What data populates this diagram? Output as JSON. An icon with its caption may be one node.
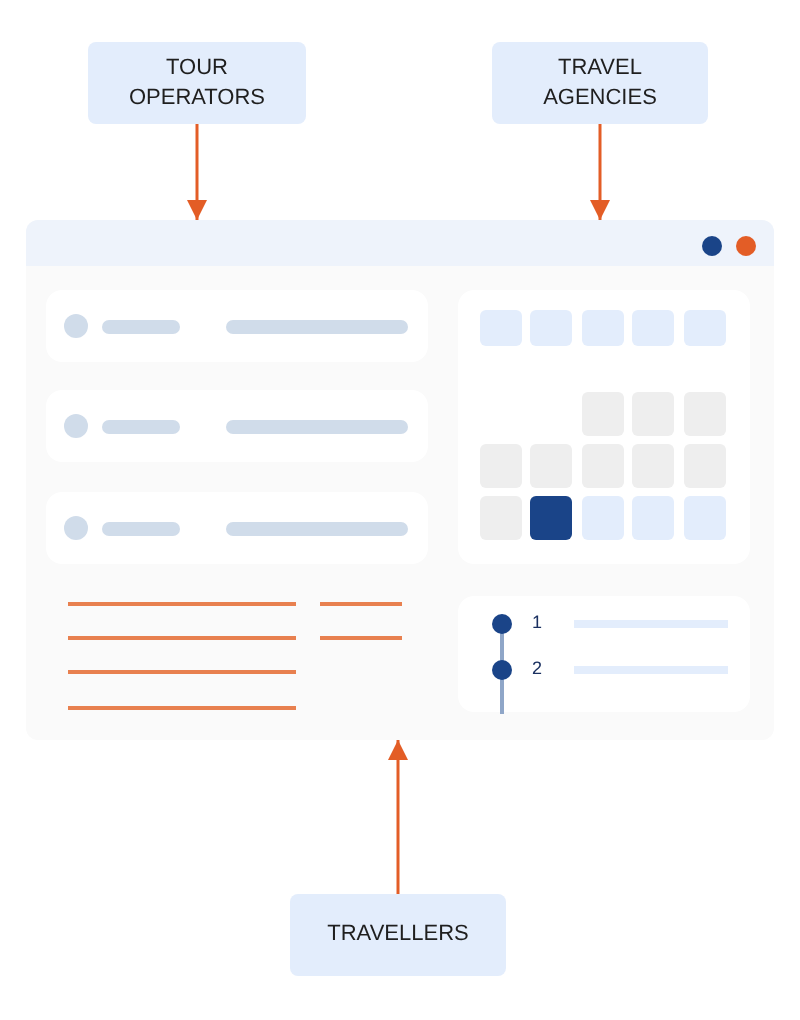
{
  "diagram": {
    "nodes": [
      {
        "text": [
          "TOUR OPERATORS"
        ]
      },
      {
        "text": [
          "TRAVEL AGENCIES"
        ]
      },
      {
        "text": [],
        "shape": "picture"
      },
      {
        "text": [
          "TRAVELLERS"
        ]
      }
    ],
    "edges": [
      {
        "from": 0,
        "to": 2,
        "arrow": "to"
      },
      {
        "from": 1,
        "to": 2,
        "arrow": "to"
      },
      {
        "from": 3,
        "to": 2,
        "arrow": "to"
      }
    ],
    "labels": [
      "1",
      "2"
    ]
  }
}
